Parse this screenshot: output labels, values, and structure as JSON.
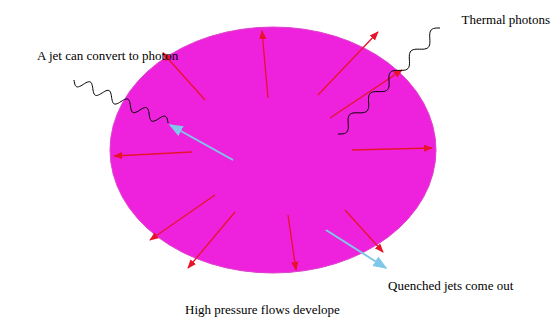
{
  "diagram": {
    "labels": [
      "Thermal photons",
      "A jet can convert to photon",
      "Quenched jets come out",
      "High pressure flows develope"
    ]
  }
}
